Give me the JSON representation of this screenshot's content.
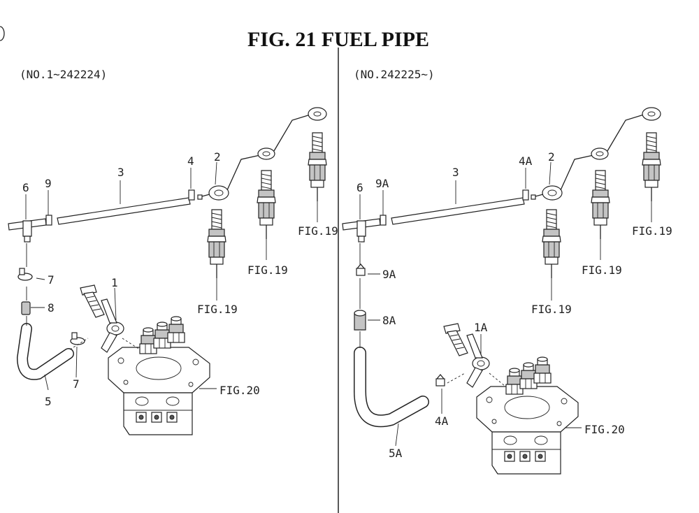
{
  "title": "FIG. 21  FUEL PIPE",
  "left": {
    "serial_range": "(NO.1~242224)",
    "callouts": {
      "c1": "1",
      "c2": "2",
      "c3": "3",
      "c4": "4",
      "c5": "5",
      "c6": "6",
      "c7a": "7",
      "c7b": "7",
      "c8": "8",
      "c9": "9"
    },
    "refs": {
      "nozzle_a": "FIG.19",
      "nozzle_b": "FIG.19",
      "nozzle_c": "FIG.19",
      "pump": "FIG.20"
    }
  },
  "right": {
    "serial_range": "(NO.242225~)",
    "callouts": {
      "c1": "1A",
      "c2": "2",
      "c3": "3",
      "c4a": "4A",
      "c4b": "4A",
      "c5": "5A",
      "c6": "6",
      "c8": "8A",
      "c9a": "9A",
      "c9b": "9A"
    },
    "refs": {
      "nozzle_a": "FIG.19",
      "nozzle_b": "FIG.19",
      "nozzle_c": "FIG.19",
      "pump": "FIG.20"
    }
  }
}
